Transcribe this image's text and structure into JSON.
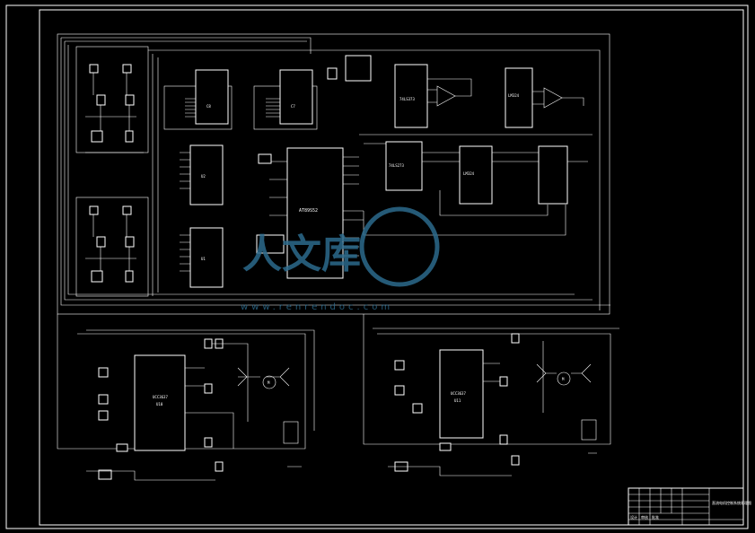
{
  "watermark": {
    "glyphs": "人文库",
    "url": "www.renrendoc.com",
    "color": "#2c6a8c"
  },
  "labels": {
    "u_chip_a": "C8",
    "u_chip_b": "C7",
    "u_chip_c": "U2",
    "u_chip_d": "U1",
    "mcu": "AT89S52",
    "ic_mid": "74LS273",
    "ic_top": "74LS373",
    "ic_right1": "LM324",
    "ic_right2": "LM324",
    "driver_left_name": "UCC3637",
    "driver_left_ref": "U10",
    "driver_right_name": "UCC3637",
    "driver_right_ref": "U11",
    "motor_left": "M",
    "motor_right": "M"
  },
  "title_block": {
    "drawing_title": "直流电机控制系统原理图",
    "row_labels": [
      "设计",
      "审核",
      "批准"
    ]
  }
}
